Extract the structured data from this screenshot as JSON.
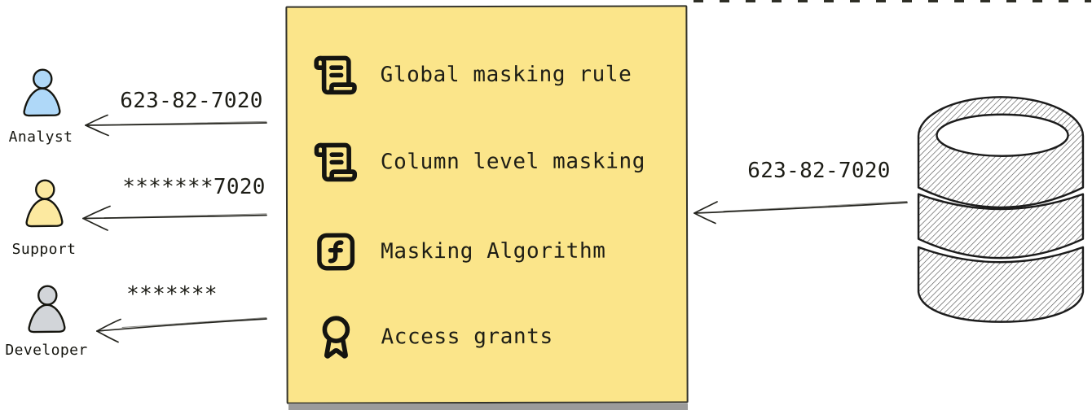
{
  "personas": [
    {
      "name": "Analyst",
      "received_value": "623-82-7020",
      "fill": "#AFD8F8"
    },
    {
      "name": "Support",
      "received_value": "*******7020",
      "fill": "#FCE9A0"
    },
    {
      "name": "Developer",
      "received_value": "*******",
      "fill": "#D2D5D9"
    }
  ],
  "policy_box": {
    "items": [
      {
        "icon": "scroll-text-icon",
        "label": "Global masking rule"
      },
      {
        "icon": "scroll-text-icon",
        "label": "Column level masking"
      },
      {
        "icon": "function-square-icon",
        "label": "Masking Algorithm"
      },
      {
        "icon": "award-icon",
        "label": "Access grants"
      }
    ]
  },
  "database": {
    "icon": "database-icon",
    "outgoing_value": "623-82-7020"
  },
  "colors": {
    "ink": "#1C1C15",
    "box_fill": "#FBE58A",
    "box_border": "#33332B",
    "box_shadow": "#9B9B9B",
    "analyst_fill": "#AFD8F8",
    "support_fill": "#FCE9A0",
    "developer_fill": "#D2D5D9",
    "arrow_stroke": "#24241E"
  }
}
